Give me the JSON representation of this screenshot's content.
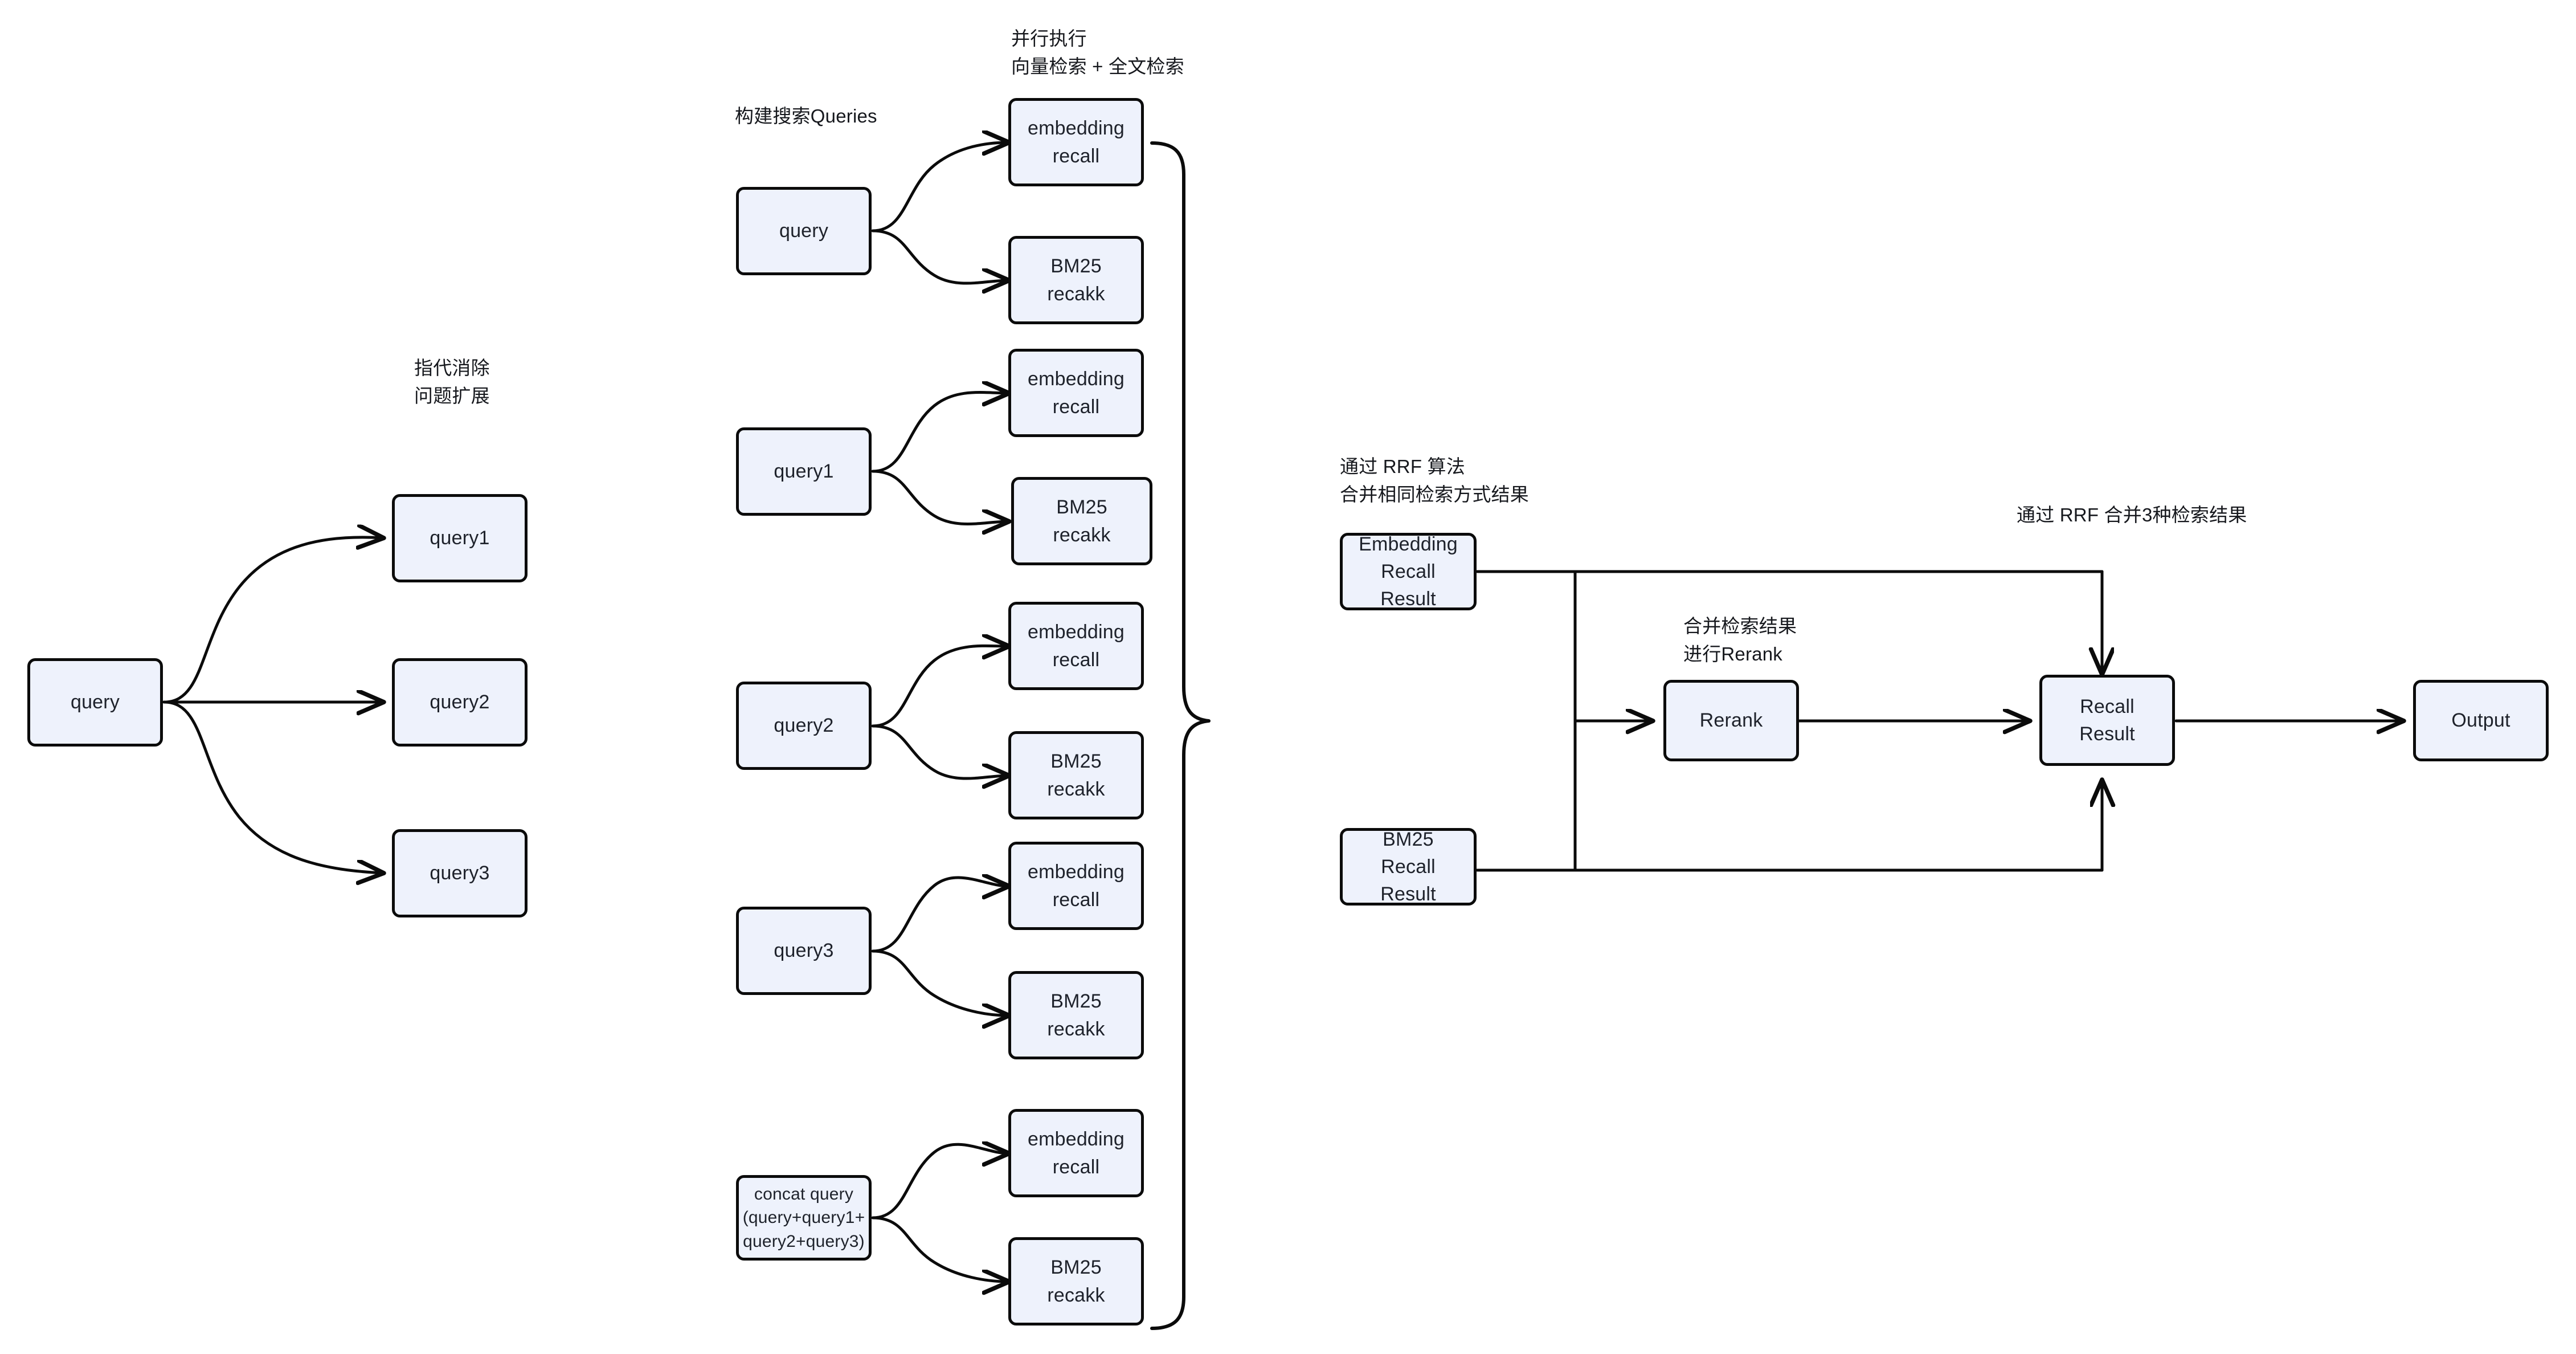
{
  "diagram": {
    "title": "RAG hybrid retrieval pipeline flowchart",
    "colors": {
      "node_fill": "#eef2fc",
      "node_border": "#0b0b0b",
      "edge": "#0b0b0b",
      "text": "#1e222b",
      "background": "#ffffff"
    },
    "annotations": [
      {
        "id": "anno-rewrite",
        "text": "指代消除\n问题扩展"
      },
      {
        "id": "anno-build",
        "text": "构建搜索Queries"
      },
      {
        "id": "anno-parallel",
        "text": "并行执行\n向量检索 + 全文检索"
      },
      {
        "id": "anno-rrf-same",
        "text": "通过 RRF 算法\n合并相同检索方式结果"
      },
      {
        "id": "anno-rerank",
        "text": "合并检索结果\n进行Rerank"
      },
      {
        "id": "anno-rrf3",
        "text": "通过 RRF 合并3种检索结果"
      }
    ],
    "stage1": {
      "source": {
        "id": "query-root",
        "label": "query"
      },
      "expanded": [
        {
          "id": "query-1",
          "label": "query1"
        },
        {
          "id": "query-2",
          "label": "query2"
        },
        {
          "id": "query-3",
          "label": "query3"
        }
      ]
    },
    "stage2": {
      "groups": [
        {
          "id": "group-query",
          "source": {
            "id": "src-query",
            "label": "query"
          },
          "targets": [
            {
              "id": "emb-recall-0",
              "label": "embedding\nrecall"
            },
            {
              "id": "bm25-recakk-0",
              "label": "BM25\nrecakk"
            }
          ]
        },
        {
          "id": "group-query1",
          "source": {
            "id": "src-query1",
            "label": "query1"
          },
          "targets": [
            {
              "id": "emb-recall-1",
              "label": "embedding\nrecall"
            },
            {
              "id": "bm25-recakk-1",
              "label": "BM25\nrecakk"
            }
          ]
        },
        {
          "id": "group-query2",
          "source": {
            "id": "src-query2",
            "label": "query2"
          },
          "targets": [
            {
              "id": "emb-recall-2",
              "label": "embedding\nrecall"
            },
            {
              "id": "bm25-recakk-2",
              "label": "BM25\nrecakk"
            }
          ]
        },
        {
          "id": "group-query3",
          "source": {
            "id": "src-query3",
            "label": "query3"
          },
          "targets": [
            {
              "id": "emb-recall-3",
              "label": "embedding\nrecall"
            },
            {
              "id": "bm25-recakk-3",
              "label": "BM25\nrecakk"
            }
          ]
        },
        {
          "id": "group-concat",
          "source": {
            "id": "src-concat",
            "label": "concat query\n(query+query1+\nquery2+query3)"
          },
          "targets": [
            {
              "id": "emb-recall-4",
              "label": "embedding\nrecall"
            },
            {
              "id": "bm25-recakk-4",
              "label": "BM25\nrecakk"
            }
          ]
        }
      ]
    },
    "stage3": {
      "nodes": [
        {
          "id": "embedding-recall-result",
          "label": "Embedding\nRecall\nResult"
        },
        {
          "id": "bm25-recall-result",
          "label": "BM25\nRecall\nResult"
        },
        {
          "id": "rerank",
          "label": "Rerank"
        },
        {
          "id": "recall-result",
          "label": "Recall\nResult"
        },
        {
          "id": "output",
          "label": "Output"
        }
      ]
    }
  }
}
